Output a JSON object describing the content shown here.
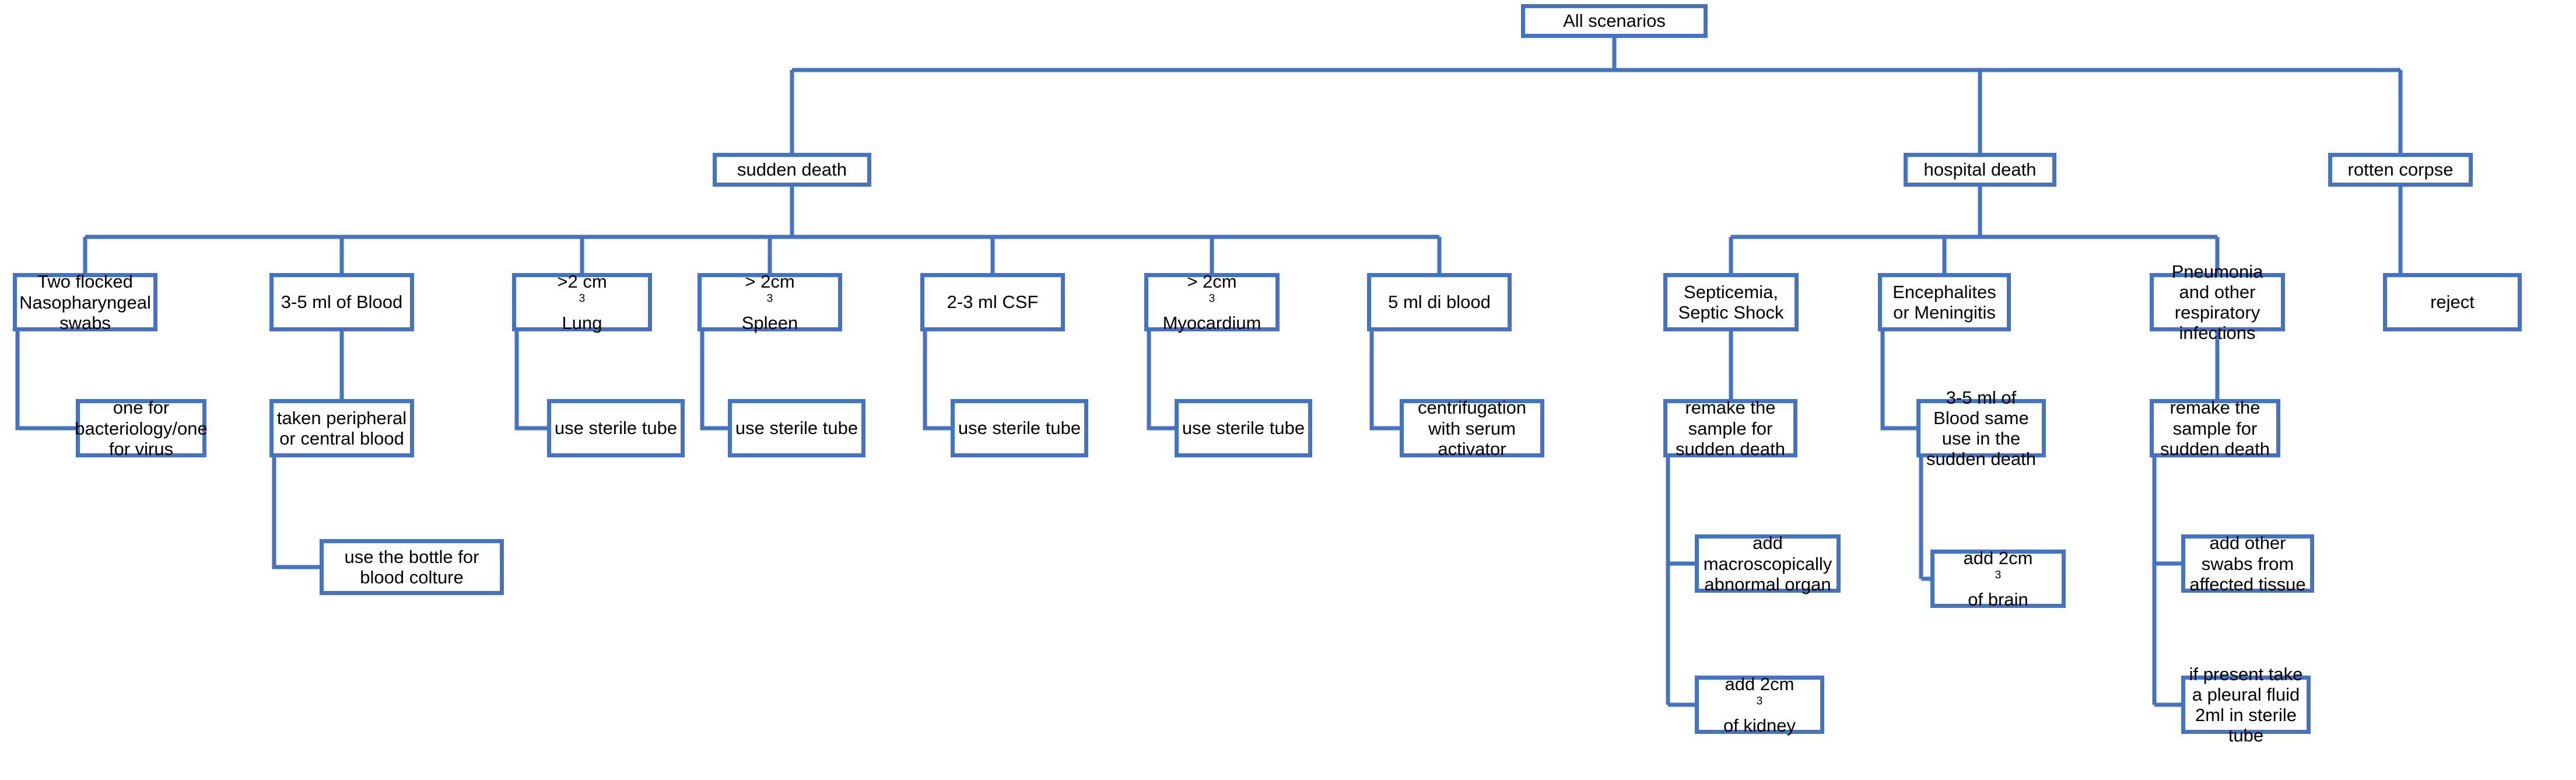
{
  "diagram": {
    "title": "Autopsy microbiological sampling flowchart",
    "accent_color": "#4472C4",
    "background_color": "#FFFFFF",
    "text_color": "#000000",
    "type": "org-chart"
  },
  "nodes": {
    "root": {
      "label": "All scenarios"
    },
    "branch_sudden_death": {
      "label": "sudden death"
    },
    "branch_hospital_death": {
      "label": "hospital death"
    },
    "branch_rotten_corpse": {
      "label": "rotten corpse"
    },
    "sd_swabs": {
      "label": "Two flocked Nasopharyngeal swabs"
    },
    "sd_swabs_child": {
      "label": "one for bacteriology/one for virus"
    },
    "sd_blood": {
      "label": "3-5 ml of Blood"
    },
    "sd_blood_child1": {
      "label": "taken peripheral or central blood"
    },
    "sd_blood_child2": {
      "label": "use the bottle for blood colture"
    },
    "sd_lung": {
      "label": ">2 cm",
      "sup": "3",
      "label2": " Lung"
    },
    "sd_lung_child": {
      "label": "use sterile tube"
    },
    "sd_spleen": {
      "label": "> 2cm",
      "sup": "3",
      "label2": " Spleen"
    },
    "sd_spleen_child": {
      "label": "use sterile tube"
    },
    "sd_csf": {
      "label": "2-3 ml CSF"
    },
    "sd_csf_child": {
      "label": "use sterile tube"
    },
    "sd_myocardium": {
      "label": "> 2cm",
      "sup": "3",
      "label2": "Myocardium"
    },
    "sd_myocardium_child": {
      "label": "use sterile tube"
    },
    "sd_blood5": {
      "label": "5 ml di blood"
    },
    "sd_blood5_child": {
      "label": "centrifugation with serum activator"
    },
    "hd_septicemia": {
      "label": "Septicemia, Septic Shock"
    },
    "hd_septicemia_child1": {
      "label": "remake the sample for sudden death"
    },
    "hd_septicemia_child2": {
      "label": "add macroscopically abnormal organ"
    },
    "hd_septicemia_child3": {
      "label": "add 2cm",
      "sup": "3",
      "label2": " of kidney"
    },
    "hd_encephalites": {
      "label": "Encephalites or Meningitis"
    },
    "hd_encephalites_child1": {
      "label": "3-5 ml of Blood same use in the sudden death"
    },
    "hd_encephalites_child2": {
      "label": "add 2cm",
      "sup": "3",
      "label2": " of brain"
    },
    "hd_pneumonia": {
      "label": "Pneumonia and other respiratory infections"
    },
    "hd_pneumonia_child1": {
      "label": "remake the sample for sudden death"
    },
    "hd_pneumonia_child2": {
      "label": "add other swabs from affected tissue"
    },
    "hd_pneumonia_child3": {
      "label": "if present take a pleural fluid 2ml in sterile tube"
    },
    "rc_reject": {
      "label": "reject"
    }
  }
}
